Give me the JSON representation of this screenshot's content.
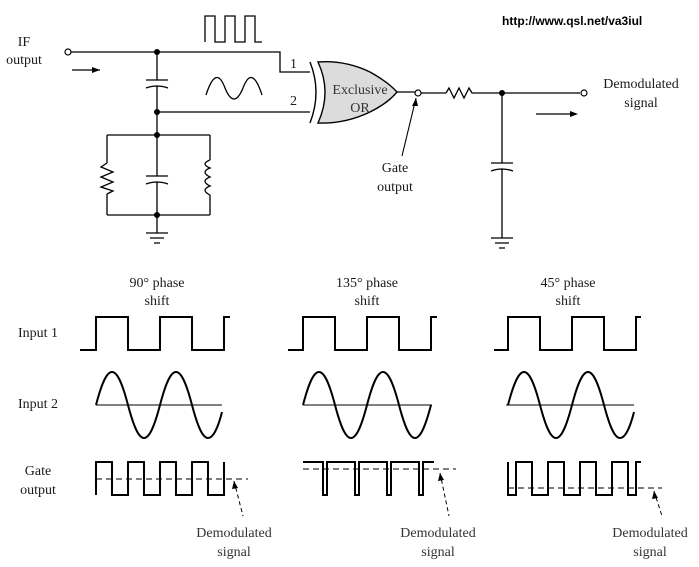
{
  "url": "http://www.qsl.net/va3iul",
  "circuit": {
    "if_output": [
      "IF",
      "output"
    ],
    "pin1": "1",
    "pin2": "2",
    "gate_label": [
      "Exclusive",
      "OR"
    ],
    "gate_output": [
      "Gate",
      "output"
    ],
    "demodulated": [
      "Demodulated",
      "signal"
    ]
  },
  "rows": {
    "input1": "Input 1",
    "input2": "Input 2",
    "gate_output": [
      "Gate",
      "output"
    ]
  },
  "panels": [
    {
      "title": [
        "90° phase",
        "shift"
      ],
      "demod": [
        "Demodulated",
        "signal"
      ]
    },
    {
      "title": [
        "135° phase",
        "shift"
      ],
      "demod": [
        "Demodulated",
        "signal"
      ]
    },
    {
      "title": [
        "45° phase",
        "shift"
      ],
      "demod": [
        "Demodulated",
        "signal"
      ]
    }
  ]
}
